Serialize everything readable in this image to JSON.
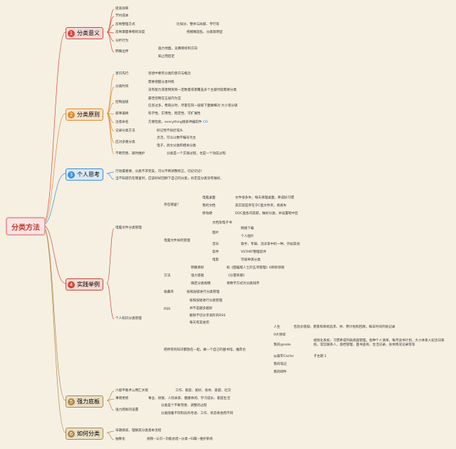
{
  "root": "分类方法",
  "branches": [
    {
      "num": "1",
      "label": "分类意义",
      "badge": "#d9473a",
      "bg": "#f5d9d6",
      "border": "#d9473a"
    },
    {
      "num": "2",
      "label": "分类原则",
      "badge": "#e08a2e",
      "bg": "#fae3c8",
      "border": "#e08a2e"
    },
    {
      "num": "3",
      "label": "个人思考",
      "badge": "#3b8fd9",
      "bg": "#d7e8f8",
      "border": "#3b8fd9"
    },
    {
      "num": "4",
      "label": "实践举例",
      "badge": "#c94a3c",
      "bg": "#f3d6d1",
      "border": "#c94a3c"
    },
    {
      "num": "5",
      "label": "强力底板",
      "badge": "#b08a4a",
      "bg": "#eadfc8",
      "border": "#b08a4a"
    },
    {
      "num": "6",
      "label": "如何分类",
      "badge": "#b08a4a",
      "bg": "#eadfc8",
      "border": "#b08a4a"
    }
  ],
  "b1": {
    "items": [
      "提高效率",
      "节约成本",
      "反映整理方式",
      "反映掌握事物的深度",
      "分析行为",
      "明确边界"
    ],
    "r2": "比如分、整体与局部、宇行等",
    "r3": "把模糊混乱、分类就明显",
    "r5": [
      "画力地图，竞赛目标和方向",
      "知止而后定"
    ]
  },
  "b2": {
    "items": [
      "意识先行",
      "分类时间",
      "控制层级",
      "彼事兼顾",
      "注意命名",
      "记录分类方法",
      "应对多重分类",
      "不断完善、随时维护"
    ],
    "r0": "思想中要有分类的意识与概念",
    "r1": [
      "需要把握分类时机",
      "没有能力或者物资到一定数量或者覆盖多个主题时就需要分类"
    ],
    "r2": [
      "最佳控制在五层内为宜",
      "信息过多，费再分时，尽量在同一层级下面做细对 大小等分级"
    ],
    "r3": "科学性、实用性、稳定性、可扩展性",
    "r4": "方便检索，everything搜索神器软件",
    "r4b": "CO",
    "r5": "好记性不如烂笔头",
    "r6": [
      "灵活，可以以数字编号为主",
      "电子，具文分类和相关分类"
    ],
    "r7": "分类是一个实践过程，也是一个动态过程"
  },
  "b3": {
    "lines": [
      "行动最重要，分类不求完美，可以不断调整修正，切记切记！",
      "当不知道仍在哪里时，应该好好回顾下自己的分类，肯定是分类没有做好。"
    ]
  },
  "b4": {
    "sub": [
      "电脑文件分类管理",
      "个人知识分类管理"
    ],
    "disk": "存在哪里？",
    "disk_items": [
      "电脑桌面",
      "我的文档",
      "移动硬"
    ],
    "disk_desc": [
      "文件很多失；每天清理桌面，养成好习惯",
      "其实就是存在于C盘文件夹，易丢失",
      "DOC盘各司其职，做好分类，并设置暗中区"
    ],
    "mgmt": "电脑文件如何管理",
    "mgmt_items": [
      "文档及电子书",
      "图片",
      "音乐",
      "软件",
      "电影"
    ],
    "pic": [
      "网络下载",
      "个人图片"
    ],
    "music": "歌手、专辑、流派等中的一种，外加其他",
    "soft": "VSTART整理软件",
    "movie": "可按导演分类",
    "method": "方法",
    "method_items": [
      "明确目标",
      "强力基础",
      "确定分类规模"
    ],
    "method_desc": [
      "如《面临敌人士的五项管理》6目标领域",
      "《分量单册》",
      "将数字方式为分类排序"
    ],
    "fav": "收藏夹",
    "fav_desc": "按照层级进行分类管理",
    "rss": "RSS",
    "rss_items": [
      "按照层级进行分类管理",
      "并不是越多越好",
      "删除不切分享高阶的RSS",
      "每天有其进完"
    ],
    "tool_desc": "把所有的知识都放在一起，做一个自己的图书馆。推荐也",
    "tools": [
      "人生",
      "9大领域",
      "我的@note",
      "@喜年Cache",
      "我的笔记",
      "我的邮件"
    ],
    "tools_desc": [
      "包括价值观、愿景和目标追求、并、用计划和回顾，每日时间开始记录",
      "规划化系统，习惯养成列表底盘管理，各种个人清单，每月读书计划，大小体系入纪念日系统，常见联系人，留档管理，图书查询，生活记录，身体情况记录等等",
      "子主题 1"
    ]
  },
  "b5": {
    "items": [
      "六级平衡术公用汇水管",
      "事情更新",
      "强力底板的设置"
    ],
    "r0": "工作、家庭、爱好、身体、家庭、社交",
    "r1": "事业、财富、人际关系、健康休闲、学习成长、家庭生活",
    "r2": [
      "分类是个不断完善、调整的过程",
      "分类随着不同阶段的考虑、工作、状态将会而不同"
    ]
  },
  "b6": {
    "items": [
      "早期搞高，理解其分类基本流程",
      "抽象化"
    ],
    "r1": "视频−认识−功能总结−分类−归属−维护系统"
  }
}
